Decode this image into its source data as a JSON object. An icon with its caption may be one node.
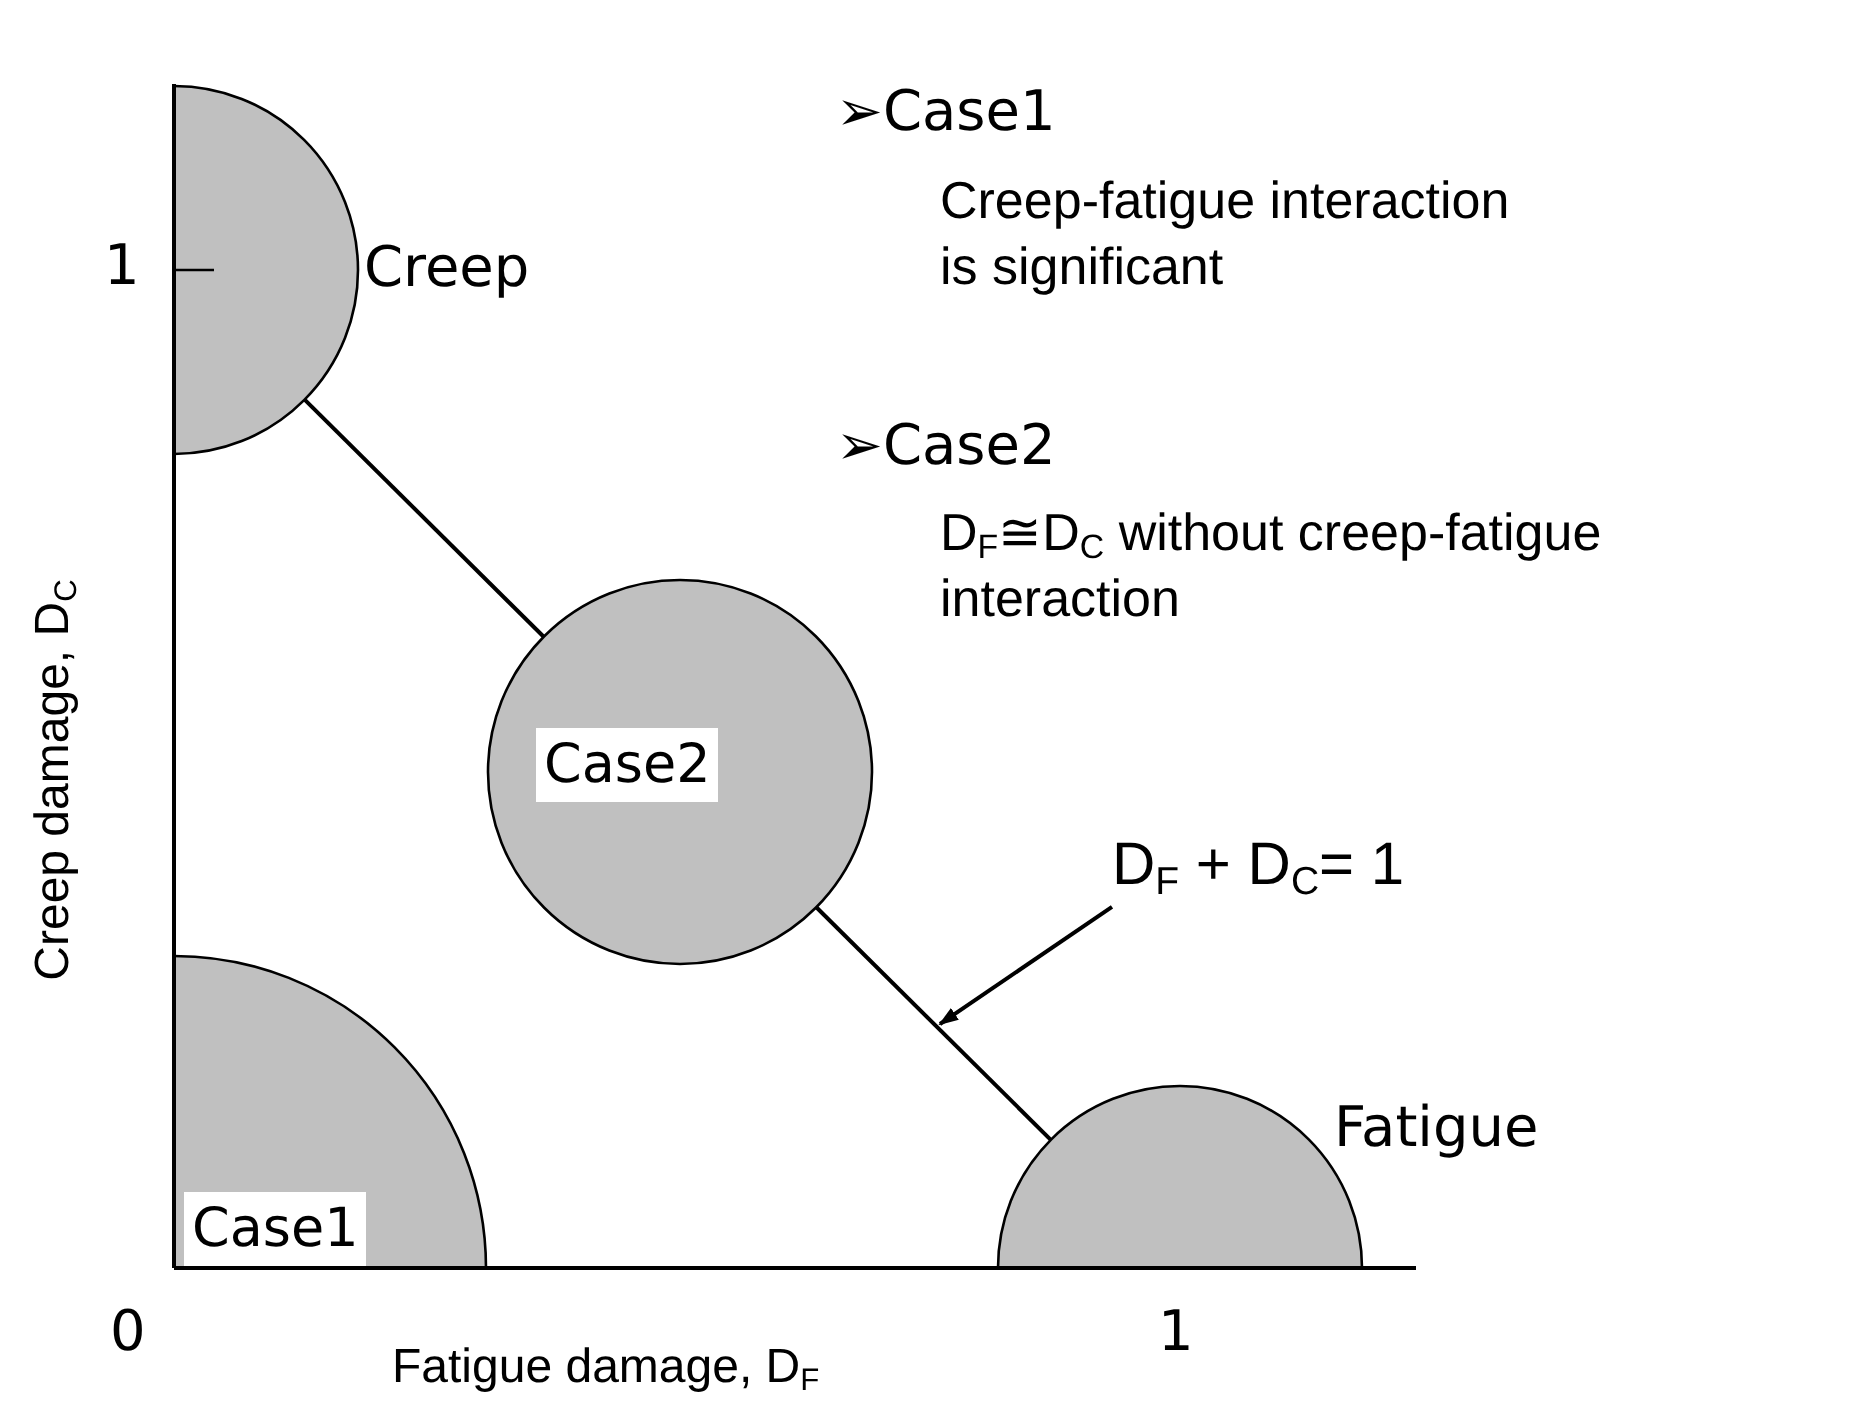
{
  "diagram": {
    "nodes": [
      {
        "text": [],
        "shape": "circle",
        "beside": [
          "Creep"
        ]
      },
      {
        "text": [
          "Case2"
        ]
      },
      {
        "text": [],
        "shape": "circle",
        "beside": [
          "Fatigue"
        ]
      },
      {
        "text": [
          "Case1"
        ]
      },
      {
        "text": [
          "D$_{F}$ + D$_{C}$= 1"
        ]
      }
    ],
    "edges": [
      {
        "from": 0,
        "to": 1,
        "arrow": "none"
      },
      {
        "from": 1,
        "to": 2,
        "arrow": "none"
      },
      {
        "from": 4,
        "to": null,
        "arrow": "to"
      }
    ],
    "labels": [
      "➢Case1",
      "Creep-fatigue interaction is significant",
      "➢Case2",
      "D$_{F}$≅D$_{C}$ without creep-fatigue interaction",
      "1",
      "0",
      "1",
      "Fatigue damage, D$_{F}$",
      "Creep damage, D$_{C}$"
    ]
  }
}
